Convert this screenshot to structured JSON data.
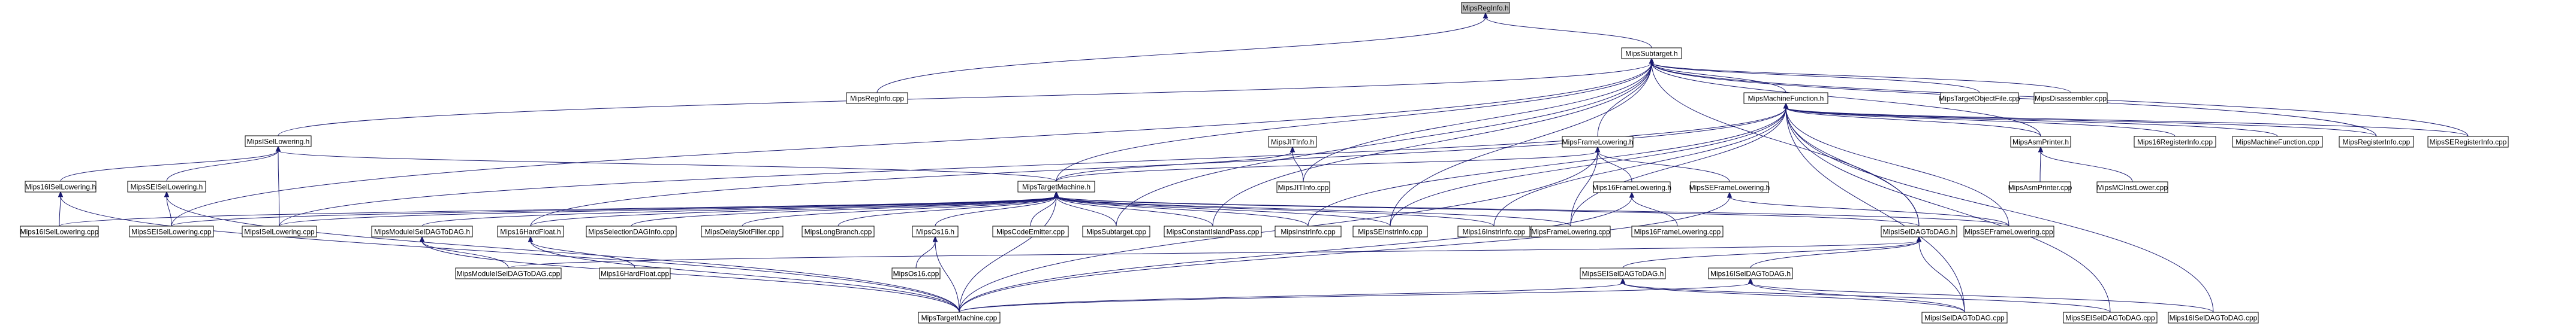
{
  "diagram": {
    "type": "include-dependency-graph",
    "nodes": [
      {
        "id": "reginfo_h",
        "label": "MipsRegInfo.h",
        "root": true
      },
      {
        "id": "subtarget_h",
        "label": "MipsSubtarget.h"
      },
      {
        "id": "reginfo_cpp",
        "label": "MipsRegInfo.cpp"
      },
      {
        "id": "machinefunction_h",
        "label": "MipsMachineFunction.h"
      },
      {
        "id": "targetobjectfile_cpp",
        "label": "MipsTargetObjectFile.cpp"
      },
      {
        "id": "disassembler_cpp",
        "label": "MipsDisassembler.cpp"
      },
      {
        "id": "isellowering_h",
        "label": "MipsISelLowering.h"
      },
      {
        "id": "framelowering_h",
        "label": "MipsFrameLowering.h"
      },
      {
        "id": "jitinfo_h",
        "label": "MipsJITInfo.h"
      },
      {
        "id": "asmprinter_h",
        "label": "MipsAsmPrinter.h"
      },
      {
        "id": "m16registerinfo_cpp",
        "label": "Mips16RegisterInfo.cpp"
      },
      {
        "id": "machinefunction_cpp",
        "label": "MipsMachineFunction.cpp"
      },
      {
        "id": "registerinfo_cpp",
        "label": "MipsRegisterInfo.cpp"
      },
      {
        "id": "seregisterinfo_cpp",
        "label": "MipsSERegisterInfo.cpp"
      },
      {
        "id": "m16isellowering_h",
        "label": "Mips16ISelLowering.h"
      },
      {
        "id": "seisellowering_h",
        "label": "MipsSEISelLowering.h"
      },
      {
        "id": "targetmachine_h",
        "label": "MipsTargetMachine.h"
      },
      {
        "id": "jitinfo_cpp",
        "label": "MipsJITInfo.cpp"
      },
      {
        "id": "m16framelowering_h",
        "label": "Mips16FrameLowering.h"
      },
      {
        "id": "seframelowering_h",
        "label": "MipsSEFrameLowering.h"
      },
      {
        "id": "asmprinter_cpp",
        "label": "MipsAsmPrinter.cpp"
      },
      {
        "id": "mcinstlower_cpp",
        "label": "MipsMCInstLower.cpp"
      },
      {
        "id": "m16isellowering_cpp",
        "label": "Mips16ISelLowering.cpp"
      },
      {
        "id": "seisellowering_cpp",
        "label": "MipsSEISelLowering.cpp"
      },
      {
        "id": "isellowering_cpp",
        "label": "MipsISelLowering.cpp"
      },
      {
        "id": "modulesdagtodag_h",
        "label": "MipsModuleISelDAGToDAG.h"
      },
      {
        "id": "m16hardfloat_h",
        "label": "Mips16HardFloat.h"
      },
      {
        "id": "selectiondaginfo_cpp",
        "label": "MipsSelectionDAGInfo.cpp"
      },
      {
        "id": "delayslotfiller_cpp",
        "label": "MipsDelaySlotFiller.cpp"
      },
      {
        "id": "longbranch_cpp",
        "label": "MipsLongBranch.cpp"
      },
      {
        "id": "os16_h",
        "label": "MipsOs16.h"
      },
      {
        "id": "codeemitter_cpp",
        "label": "MipsCodeEmitter.cpp"
      },
      {
        "id": "subtarget_cpp",
        "label": "MipsSubtarget.cpp"
      },
      {
        "id": "constantislandpass_cpp",
        "label": "MipsConstantIslandPass.cpp"
      },
      {
        "id": "instrinfo_cpp",
        "label": "MipsInstrInfo.cpp"
      },
      {
        "id": "seinstrinfo_cpp",
        "label": "MipsSEInstrInfo.cpp"
      },
      {
        "id": "m16instrinfo_cpp",
        "label": "Mips16InstrInfo.cpp"
      },
      {
        "id": "framelowering_cpp",
        "label": "MipsFrameLowering.cpp"
      },
      {
        "id": "iseldagtodag_h",
        "label": "MipsISelDAGToDAG.h"
      },
      {
        "id": "seframelowering_cpp",
        "label": "MipsSEFrameLowering.cpp"
      },
      {
        "id": "m16framelowering_cpp",
        "label": "Mips16FrameLowering.cpp"
      },
      {
        "id": "m16hardfloat_cpp",
        "label": "Mips16HardFloat.cpp"
      },
      {
        "id": "modulesdagtodag_cpp",
        "label": "MipsModuleISelDAGToDAG.cpp"
      },
      {
        "id": "os16_cpp",
        "label": "MipsOs16.cpp"
      },
      {
        "id": "seiseldagtodag_h",
        "label": "MipsSEISelDAGToDAG.h"
      },
      {
        "id": "m16iseldagtodag_h",
        "label": "Mips16ISelDAGToDAG.h"
      },
      {
        "id": "targetmachine_cpp",
        "label": "MipsTargetMachine.cpp"
      },
      {
        "id": "iseldagtodag_cpp",
        "label": "MipsISelDAGToDAG.cpp"
      },
      {
        "id": "seiseldagtodag_cpp",
        "label": "MipsSEISelDAGToDAG.cpp"
      },
      {
        "id": "m16iseldagtodag_cpp",
        "label": "Mips16ISelDAGToDAG.cpp"
      }
    ],
    "edges": [
      [
        "reginfo_h",
        "subtarget_h"
      ],
      [
        "reginfo_h",
        "reginfo_cpp"
      ],
      [
        "subtarget_h",
        "machinefunction_h"
      ],
      [
        "subtarget_h",
        "targetobjectfile_cpp"
      ],
      [
        "subtarget_h",
        "disassembler_cpp"
      ],
      [
        "subtarget_h",
        "isellowering_h"
      ],
      [
        "subtarget_h",
        "framelowering_h"
      ],
      [
        "subtarget_h",
        "jitinfo_cpp"
      ],
      [
        "subtarget_h",
        "asmprinter_h"
      ],
      [
        "subtarget_h",
        "registerinfo_cpp"
      ],
      [
        "subtarget_h",
        "seregisterinfo_cpp"
      ],
      [
        "subtarget_h",
        "targetmachine_h"
      ],
      [
        "subtarget_h",
        "subtarget_cpp"
      ],
      [
        "subtarget_h",
        "seisellowering_cpp"
      ],
      [
        "subtarget_h",
        "iseldagtodag_h"
      ],
      [
        "subtarget_h",
        "constantislandpass_cpp"
      ],
      [
        "subtarget_h",
        "seinstrinfo_cpp"
      ],
      [
        "machinefunction_h",
        "asmprinter_h"
      ],
      [
        "machinefunction_h",
        "m16registerinfo_cpp"
      ],
      [
        "machinefunction_h",
        "machinefunction_cpp"
      ],
      [
        "machinefunction_h",
        "registerinfo_cpp"
      ],
      [
        "machinefunction_h",
        "seregisterinfo_cpp"
      ],
      [
        "machinefunction_h",
        "framelowering_cpp"
      ],
      [
        "machinefunction_h",
        "isellowering_cpp"
      ],
      [
        "machinefunction_h",
        "instrinfo_cpp"
      ],
      [
        "machinefunction_h",
        "seinstrinfo_cpp"
      ],
      [
        "machinefunction_h",
        "m16instrinfo_cpp"
      ],
      [
        "machinefunction_h",
        "iseldagtodag_cpp"
      ],
      [
        "machinefunction_h",
        "seiseldagtodag_cpp"
      ],
      [
        "machinefunction_h",
        "m16iseldagtodag_cpp"
      ],
      [
        "machinefunction_h",
        "seframelowering_cpp"
      ],
      [
        "machinefunction_h",
        "m16hardfloat_h"
      ],
      [
        "machinefunction_h",
        "iseldagtodag_h"
      ],
      [
        "isellowering_h",
        "m16isellowering_h"
      ],
      [
        "isellowering_h",
        "seisellowering_h"
      ],
      [
        "isellowering_h",
        "isellowering_cpp"
      ],
      [
        "isellowering_h",
        "targetmachine_h"
      ],
      [
        "jitinfo_h",
        "targetmachine_h"
      ],
      [
        "jitinfo_h",
        "jitinfo_cpp"
      ],
      [
        "framelowering_h",
        "m16framelowering_h"
      ],
      [
        "framelowering_h",
        "seframelowering_h"
      ],
      [
        "framelowering_h",
        "framelowering_cpp"
      ],
      [
        "framelowering_h",
        "targetmachine_h"
      ],
      [
        "framelowering_h",
        "targetmachine_cpp"
      ],
      [
        "asmprinter_h",
        "asmprinter_cpp"
      ],
      [
        "asmprinter_h",
        "mcinstlower_cpp"
      ],
      [
        "m16isellowering_h",
        "m16isellowering_cpp"
      ],
      [
        "m16isellowering_h",
        "targetmachine_cpp"
      ],
      [
        "seisellowering_h",
        "seisellowering_cpp"
      ],
      [
        "seisellowering_h",
        "targetmachine_cpp"
      ],
      [
        "targetmachine_h",
        "m16isellowering_cpp"
      ],
      [
        "targetmachine_h",
        "seisellowering_cpp"
      ],
      [
        "targetmachine_h",
        "isellowering_cpp"
      ],
      [
        "targetmachine_h",
        "modulesdagtodag_h"
      ],
      [
        "targetmachine_h",
        "m16hardfloat_h"
      ],
      [
        "targetmachine_h",
        "selectiondaginfo_cpp"
      ],
      [
        "targetmachine_h",
        "delayslotfiller_cpp"
      ],
      [
        "targetmachine_h",
        "longbranch_cpp"
      ],
      [
        "targetmachine_h",
        "os16_h"
      ],
      [
        "targetmachine_h",
        "codeemitter_cpp"
      ],
      [
        "targetmachine_h",
        "subtarget_cpp"
      ],
      [
        "targetmachine_h",
        "constantislandpass_cpp"
      ],
      [
        "targetmachine_h",
        "instrinfo_cpp"
      ],
      [
        "targetmachine_h",
        "seinstrinfo_cpp"
      ],
      [
        "targetmachine_h",
        "m16instrinfo_cpp"
      ],
      [
        "targetmachine_h",
        "framelowering_cpp"
      ],
      [
        "targetmachine_h",
        "iseldagtodag_h"
      ],
      [
        "targetmachine_h",
        "seframelowering_cpp"
      ],
      [
        "targetmachine_h",
        "targetmachine_cpp"
      ],
      [
        "m16framelowering_h",
        "m16framelowering_cpp"
      ],
      [
        "m16framelowering_h",
        "targetmachine_cpp"
      ],
      [
        "seframelowering_h",
        "seframelowering_cpp"
      ],
      [
        "seframelowering_h",
        "targetmachine_cpp"
      ],
      [
        "modulesdagtodag_h",
        "modulesdagtodag_cpp"
      ],
      [
        "modulesdagtodag_h",
        "targetmachine_cpp"
      ],
      [
        "m16hardfloat_h",
        "m16hardfloat_cpp"
      ],
      [
        "m16hardfloat_h",
        "targetmachine_cpp"
      ],
      [
        "os16_h",
        "os16_cpp"
      ],
      [
        "os16_h",
        "targetmachine_cpp"
      ],
      [
        "iseldagtodag_h",
        "modulesdagtodag_cpp"
      ],
      [
        "iseldagtodag_h",
        "seiseldagtodag_h"
      ],
      [
        "iseldagtodag_h",
        "m16iseldagtodag_h"
      ],
      [
        "iseldagtodag_h",
        "iseldagtodag_cpp"
      ],
      [
        "seiseldagtodag_h",
        "targetmachine_cpp"
      ],
      [
        "seiseldagtodag_h",
        "iseldagtodag_cpp"
      ],
      [
        "seiseldagtodag_h",
        "seiseldagtodag_cpp"
      ],
      [
        "m16iseldagtodag_h",
        "targetmachine_cpp"
      ],
      [
        "m16iseldagtodag_h",
        "iseldagtodag_cpp"
      ],
      [
        "m16iseldagtodag_h",
        "m16iseldagtodag_cpp"
      ]
    ]
  }
}
